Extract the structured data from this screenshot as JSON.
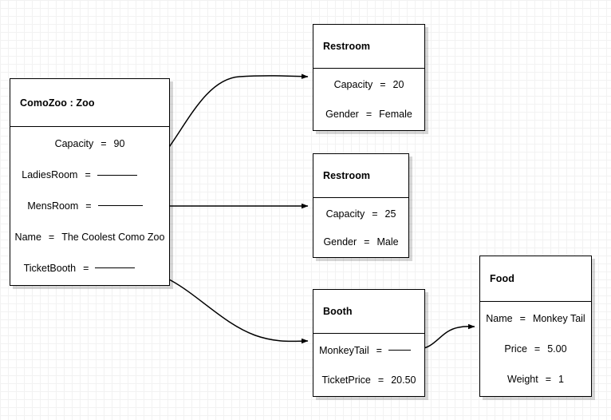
{
  "diagram": {
    "type": "uml-object-diagram",
    "background": "#ffffff",
    "grid_color": "#f2f2f2",
    "line_color": "#000000",
    "objects": [
      {
        "id": "comozoo",
        "title": "ComoZoo : Zoo",
        "attributes": [
          {
            "name": "Capacity",
            "eq": "=",
            "value": "90",
            "link": false
          },
          {
            "name": "LadiesRoom",
            "eq": "=",
            "value": "",
            "link": true
          },
          {
            "name": "MensRoom",
            "eq": "=",
            "value": "",
            "link": true
          },
          {
            "name": "Name",
            "eq": "=",
            "value": "The Coolest Como Zoo",
            "link": false
          },
          {
            "name": "TicketBooth",
            "eq": "=",
            "value": "",
            "link": true
          }
        ]
      },
      {
        "id": "restroom-ladies",
        "title": "Restroom",
        "attributes": [
          {
            "name": "Capacity",
            "eq": "=",
            "value": "20",
            "link": false
          },
          {
            "name": "Gender",
            "eq": "=",
            "value": "Female",
            "link": false
          }
        ]
      },
      {
        "id": "restroom-mens",
        "title": "Restroom",
        "attributes": [
          {
            "name": "Capacity",
            "eq": "=",
            "value": "25",
            "link": false
          },
          {
            "name": "Gender",
            "eq": "=",
            "value": "Male",
            "link": false
          }
        ]
      },
      {
        "id": "booth",
        "title": "Booth",
        "attributes": [
          {
            "name": "MonkeyTail",
            "eq": "=",
            "value": "",
            "link": true
          },
          {
            "name": "TicketPrice",
            "eq": "=",
            "value": "20.50",
            "link": false
          }
        ]
      },
      {
        "id": "food",
        "title": "Food",
        "attributes": [
          {
            "name": "Name",
            "eq": "=",
            "value": "Monkey Tail",
            "link": false
          },
          {
            "name": "Price",
            "eq": "=",
            "value": "5.00",
            "link": false
          },
          {
            "name": "Weight",
            "eq": "=",
            "value": "1",
            "link": false
          }
        ]
      }
    ],
    "links": [
      {
        "id": "link-ladiesroom",
        "from": "comozoo",
        "from_attribute": "LadiesRoom",
        "to": "restroom-ladies",
        "shape": "curve"
      },
      {
        "id": "link-mensroom",
        "from": "comozoo",
        "from_attribute": "MensRoom",
        "to": "restroom-mens",
        "shape": "straight"
      },
      {
        "id": "link-ticketbooth",
        "from": "comozoo",
        "from_attribute": "TicketBooth",
        "to": "booth",
        "shape": "curve"
      },
      {
        "id": "link-monkeytail",
        "from": "booth",
        "from_attribute": "MonkeyTail",
        "to": "food",
        "shape": "curve"
      }
    ]
  }
}
